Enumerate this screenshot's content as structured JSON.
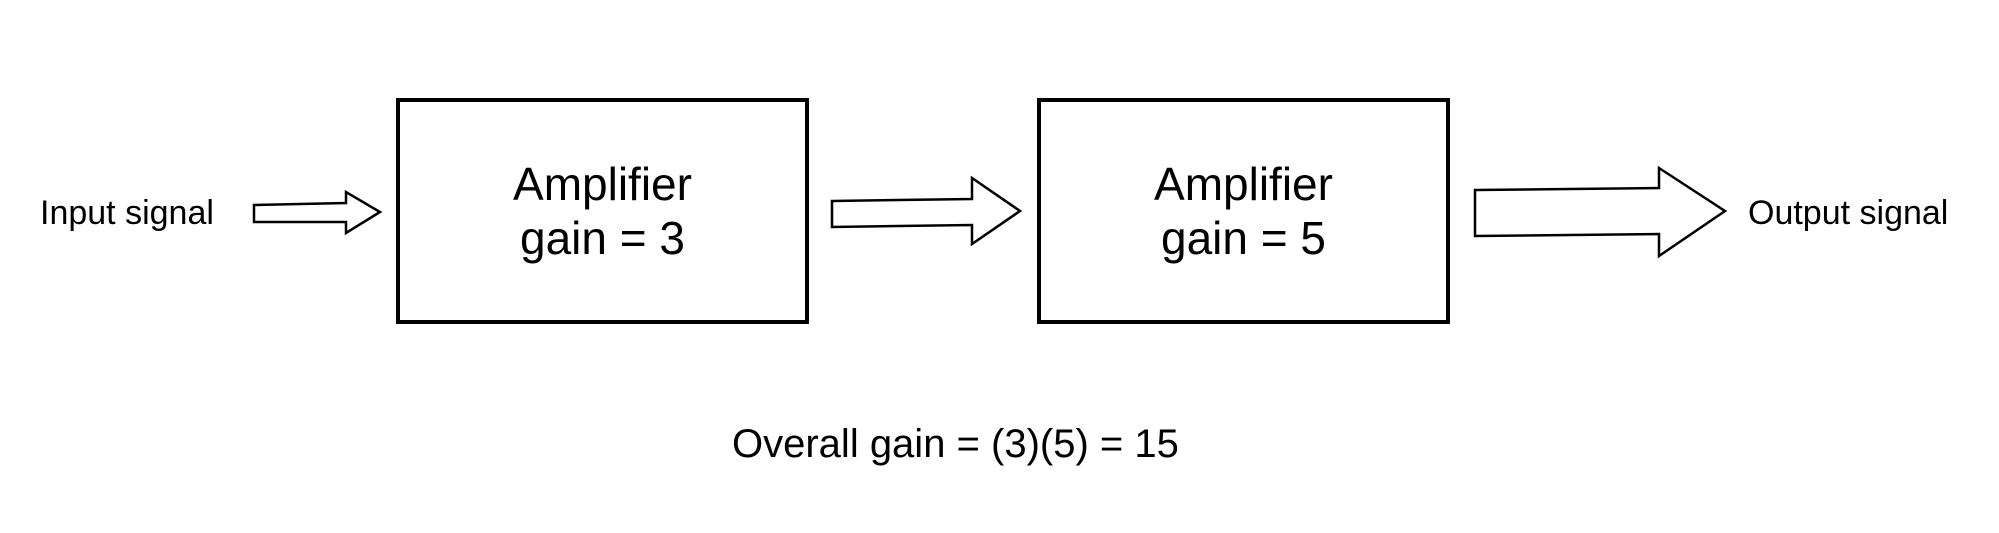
{
  "diagram": {
    "input_label": "Input signal",
    "output_label": "Output signal",
    "amplifiers": [
      {
        "title": "Amplifier",
        "gain": "gain = 3"
      },
      {
        "title": "Amplifier",
        "gain": "gain = 5"
      }
    ],
    "overall": "Overall gain = (3)(5) = 15"
  }
}
